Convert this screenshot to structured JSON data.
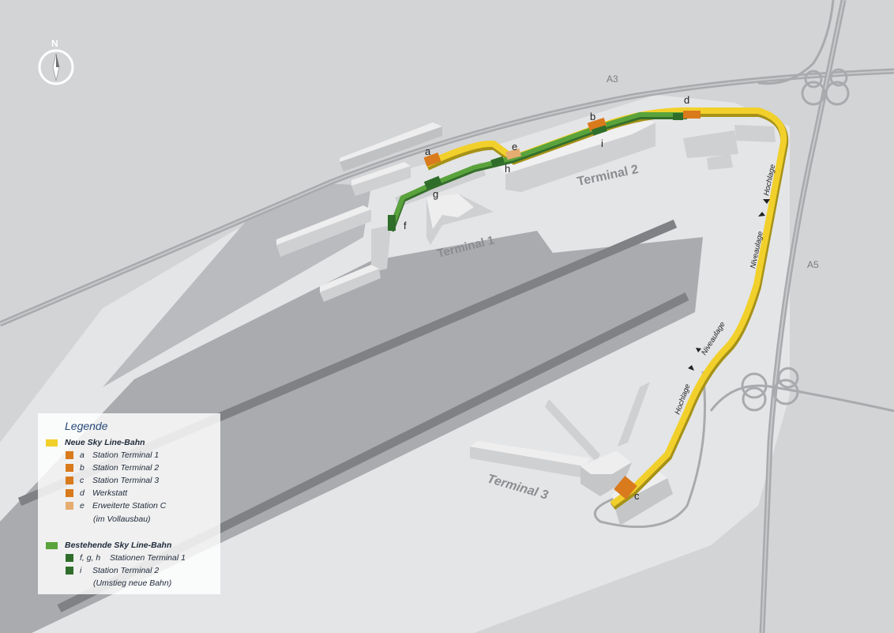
{
  "compass": {
    "label": "N"
  },
  "roads": {
    "north": "A3",
    "east": "A5"
  },
  "terminals": {
    "t1": "Terminal 1",
    "t2": "Terminal 2",
    "t3": "Terminal 3"
  },
  "stations": {
    "a": "a",
    "b": "b",
    "c": "c",
    "d": "d",
    "e": "e",
    "f": "f",
    "g": "g",
    "h": "h",
    "i": "i"
  },
  "track_labels": {
    "hochlage_upper": "Hochlage",
    "niveaulage_upper": "Niveaulage",
    "niveaulage_lower": "Niveaulage",
    "hochlage_lower": "Hochlage"
  },
  "legend": {
    "title": "Legende",
    "new_line": {
      "label": "Neue Sky Line-Bahn",
      "color": "#f2d02b"
    },
    "new_items": [
      {
        "key": "a",
        "label": "Station Terminal 1",
        "color": "#d97a1c"
      },
      {
        "key": "b",
        "label": "Station Terminal 2",
        "color": "#d97a1c"
      },
      {
        "key": "c",
        "label": "Station Terminal 3",
        "color": "#d97a1c"
      },
      {
        "key": "d",
        "label": "Werkstatt",
        "color": "#d97a1c"
      },
      {
        "key": "e",
        "label": "Erweiterte Station C",
        "color": "#e5ad70"
      }
    ],
    "new_note": "(im Vollausbau)",
    "existing_line": {
      "label": "Bestehende Sky Line-Bahn",
      "color": "#5aa33c"
    },
    "existing_items": [
      {
        "key": "f, g, h",
        "label": "Stationen Terminal 1",
        "color": "#2f6e2a"
      },
      {
        "key": "i",
        "label": "Station Terminal 2",
        "color": "#2f6e2a"
      }
    ],
    "existing_note": "(Umstieg neue Bahn)"
  }
}
